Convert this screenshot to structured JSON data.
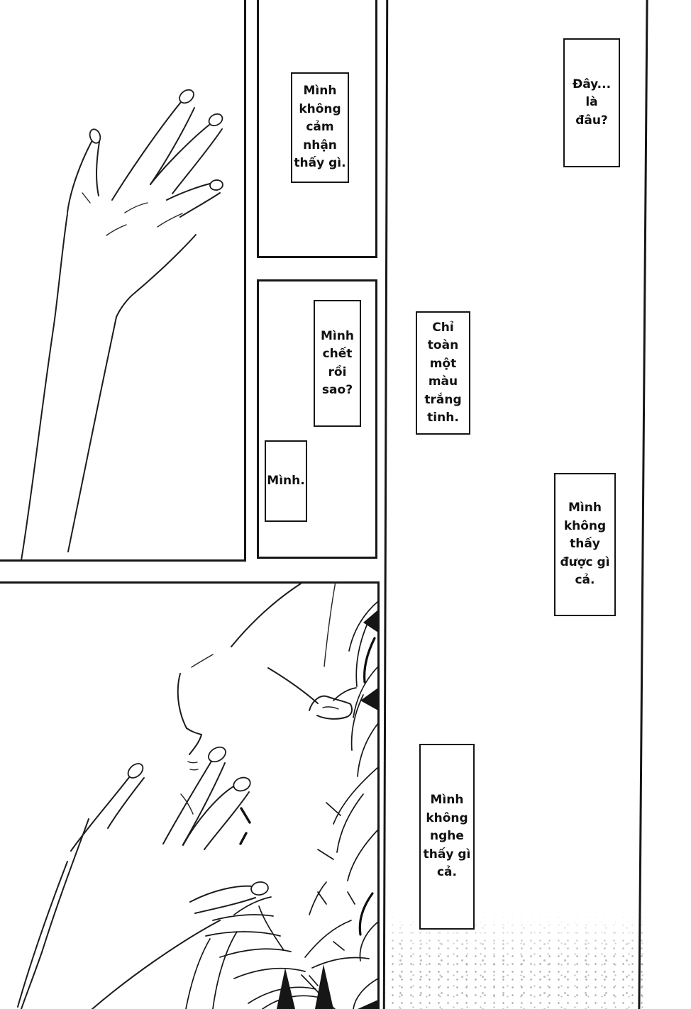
{
  "page": {
    "kind": "manga page",
    "colors": {
      "background": "#ffffff",
      "ink": "#161616",
      "texture_gray": "#8c8c8c"
    }
  },
  "speech_boxes": {
    "feel": {
      "full_text": "Mình không cảm nhận thấy gì.",
      "lines": [
        "Mình",
        "không",
        "cảm",
        "nhận",
        "thấy gì."
      ]
    },
    "where": {
      "full_text": "Đây... là đâu?",
      "lines": [
        "Đây...",
        "là",
        "đâu?"
      ]
    },
    "dead": {
      "full_text": "Mình chết rồi sao?",
      "lines": [
        "Mình",
        "chết",
        "rồi",
        "sao?"
      ]
    },
    "self": {
      "full_text": "Mình.",
      "lines": [
        "Mình."
      ]
    },
    "white": {
      "full_text": "Chỉ toàn một màu trắng tinh.",
      "lines": [
        "Chỉ",
        "toàn",
        "một",
        "màu",
        "trắng",
        "tinh."
      ]
    },
    "see": {
      "full_text": "Mình không thấy được gì cả.",
      "lines": [
        "Mình",
        "không",
        "thấy",
        "được gì",
        "cả."
      ]
    },
    "hear": {
      "full_text": "Mình không nghe thấy gì cả.",
      "lines": [
        "Mình",
        "không",
        "nghe",
        "thấy gì",
        "cả."
      ]
    }
  },
  "artwork": {
    "top_left_alt": "line drawing of an open hand reaching upward",
    "bottom_alt": "line drawing of a face with a hand over it and fluffy fur"
  }
}
